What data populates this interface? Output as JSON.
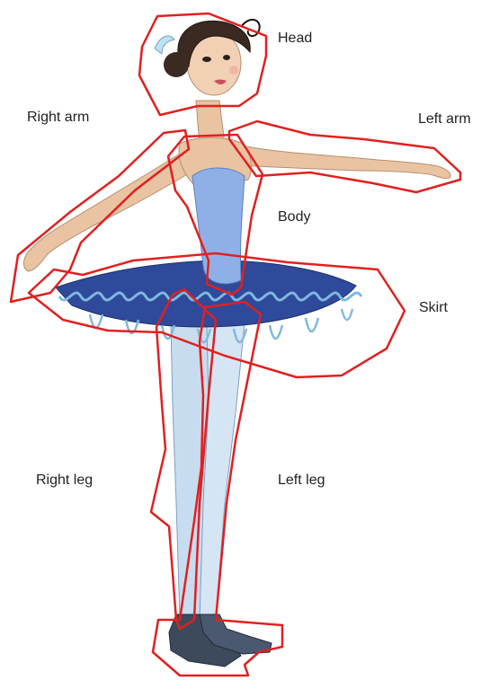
{
  "labels": {
    "head": "Head",
    "right_arm": "Right arm",
    "left_arm": "Left arm",
    "body": "Body",
    "skirt": "Skirt",
    "right_leg": "Right leg",
    "left_leg": "Left leg"
  },
  "colors": {
    "outline": "#e02020",
    "skin": "#e9c3a2",
    "bodice": "#8fb0e6",
    "tutu": "#2f4a9a",
    "tutu_trim": "#7fb8e0",
    "tights": "#c8dcef",
    "shoes": "#3d4a5c",
    "hair": "#3a2a22"
  }
}
